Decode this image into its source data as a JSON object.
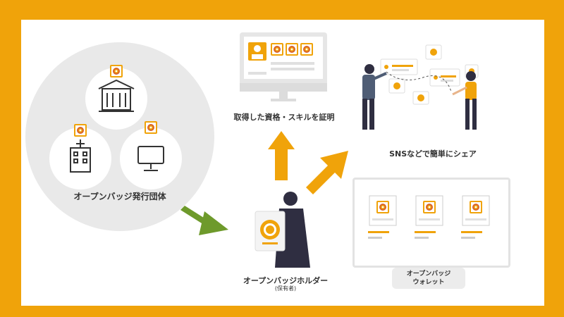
{
  "issuer": {
    "label": "オープンバッジ発行団体"
  },
  "monitor": {
    "label": "取得した資格・スキルを証明"
  },
  "share": {
    "label": "SNSなどで簡単にシェア"
  },
  "holder": {
    "label": "オープンバッジホルダー",
    "sublabel": "(保有者)"
  },
  "wallet": {
    "line1": "オープンバッジ",
    "line2": "ウォレット"
  },
  "colors": {
    "accent": "#f0a30a",
    "arrow_green": "#6e9a2b",
    "badge_dark": "#d9632b",
    "person_dark": "#2f2e41"
  },
  "icons": [
    "building-icon",
    "office-tower-icon",
    "computer-monitor-icon",
    "badge-icon",
    "person-icon",
    "arrow-icon"
  ]
}
